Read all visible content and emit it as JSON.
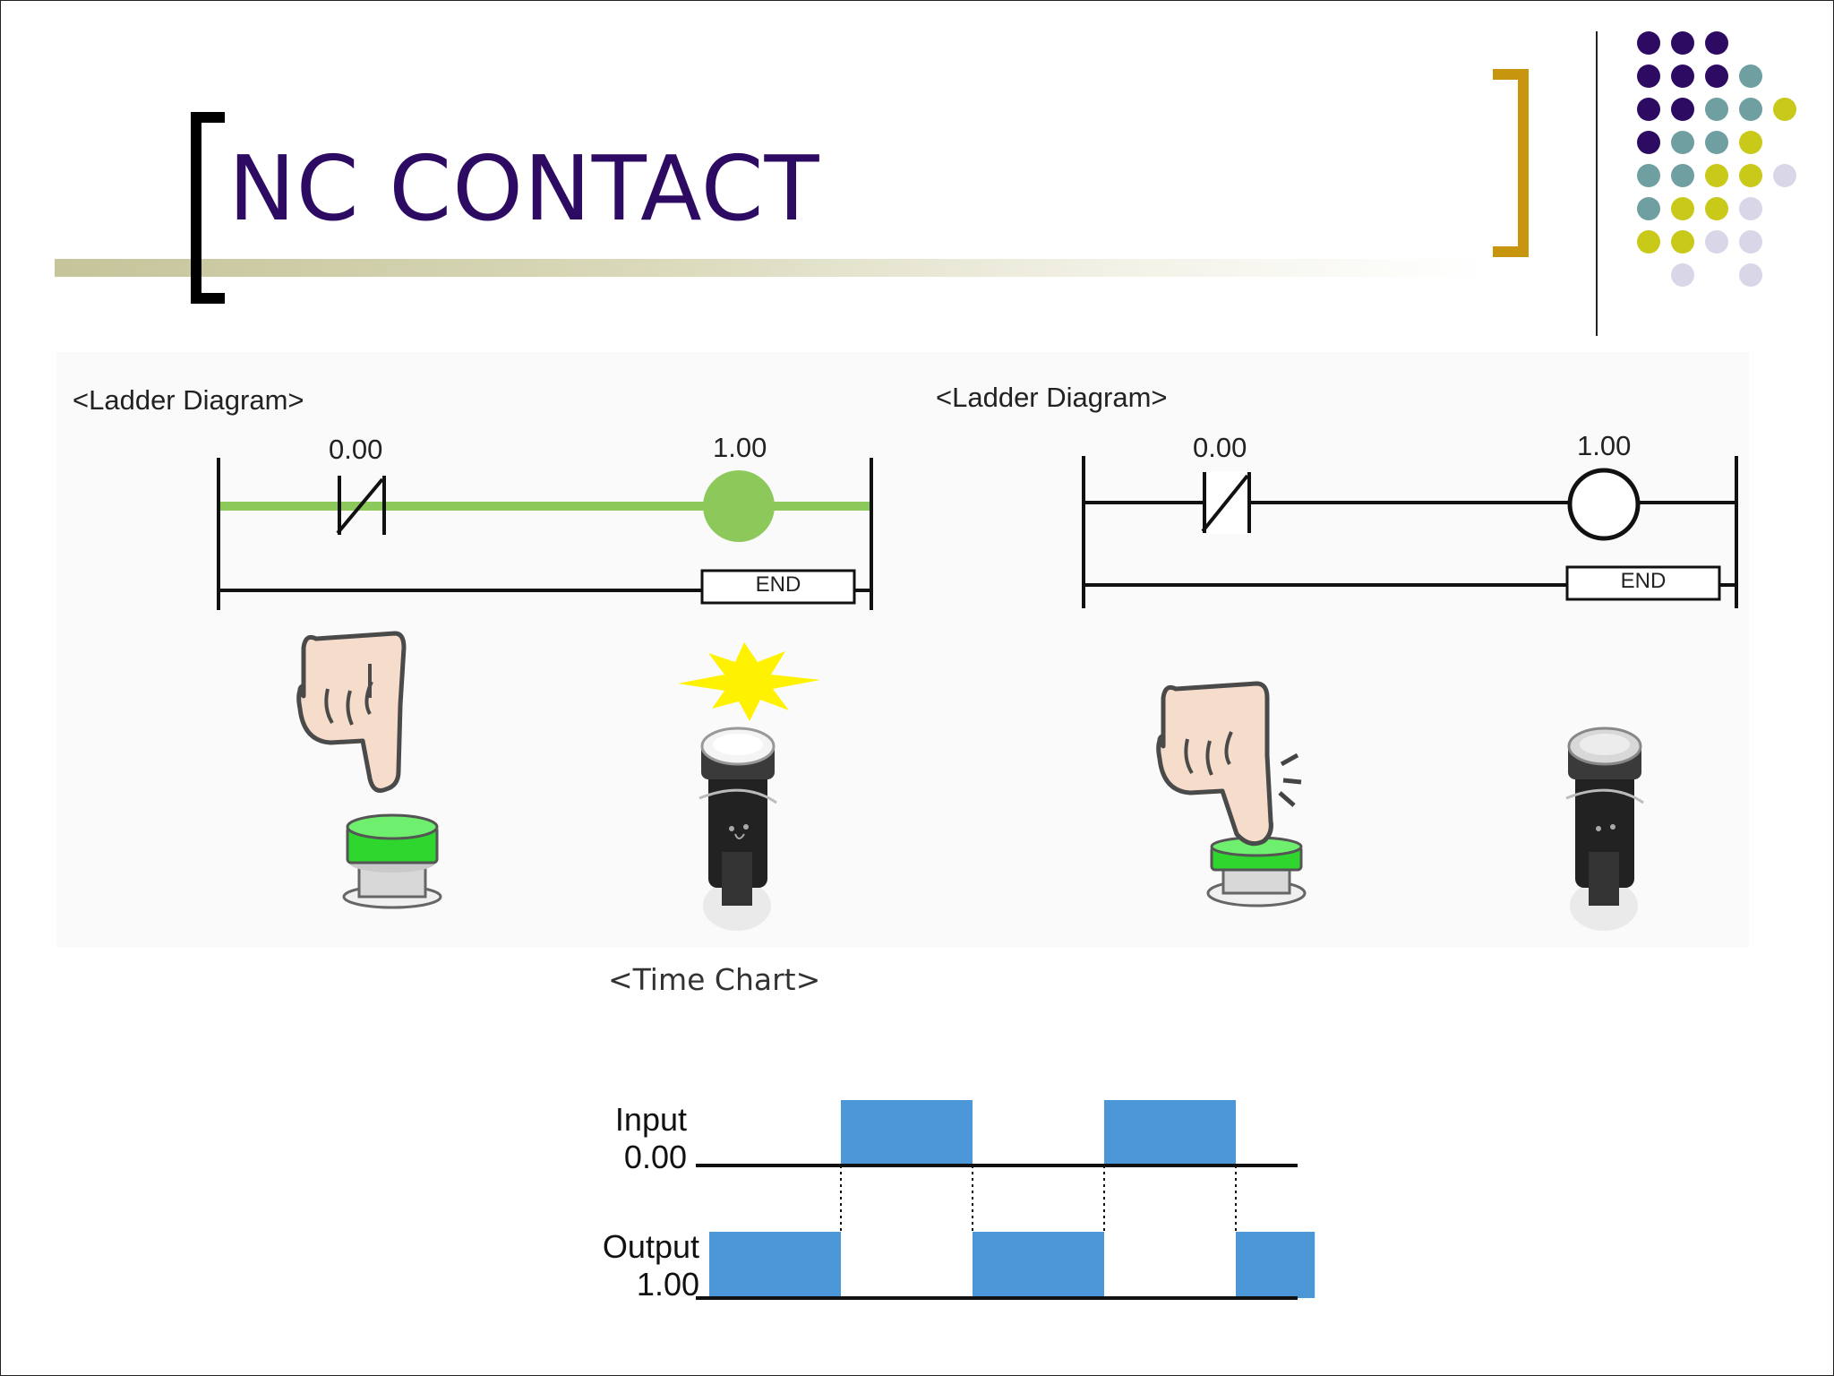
{
  "slide": {
    "title": "NC CONTACT"
  },
  "theme": {
    "title_color": "#2e0b63",
    "bracket_color": "#c8960e",
    "energized_color": "#8dc85a",
    "pulse_color": "#4c97d8",
    "dot_colors": [
      "#2e0b63",
      "#6f9fa0",
      "#c9c91a",
      "#d9d6e8"
    ]
  },
  "left_diagram": {
    "heading": "<Ladder Diagram>",
    "contact_address": "0.00",
    "coil_address": "1.00",
    "end_label": "END",
    "state": "energized (button released, lamp on)"
  },
  "right_diagram": {
    "heading": "<Ladder Diagram>",
    "contact_address": "0.00",
    "coil_address": "1.00",
    "end_label": "END",
    "state": "de-energized (button pressed, lamp off)"
  },
  "time_chart": {
    "heading": "<Time Chart>",
    "input_label_1": "Input",
    "input_label_2": "0.00",
    "output_label_1": "Output",
    "output_label_2": "1.00",
    "input_high_segments": [
      [
        1,
        2
      ],
      [
        3,
        4
      ]
    ],
    "output_high_segments": [
      [
        0,
        1
      ],
      [
        2,
        3
      ],
      [
        4,
        4.6
      ]
    ]
  }
}
